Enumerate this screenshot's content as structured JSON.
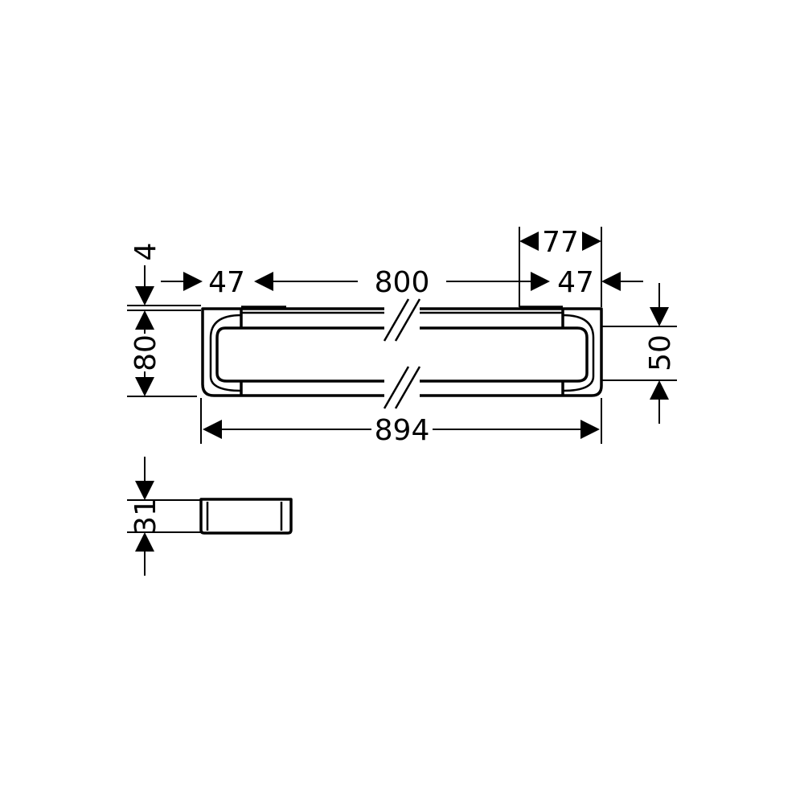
{
  "dimensions": {
    "wall_offset": "4",
    "left_bracket_width": "47",
    "bar_length": "800",
    "right_bracket_width": "47",
    "bracket_total_width": "77",
    "overall_height": "80",
    "inner_height": "50",
    "overall_length": "894",
    "depth": "31"
  }
}
